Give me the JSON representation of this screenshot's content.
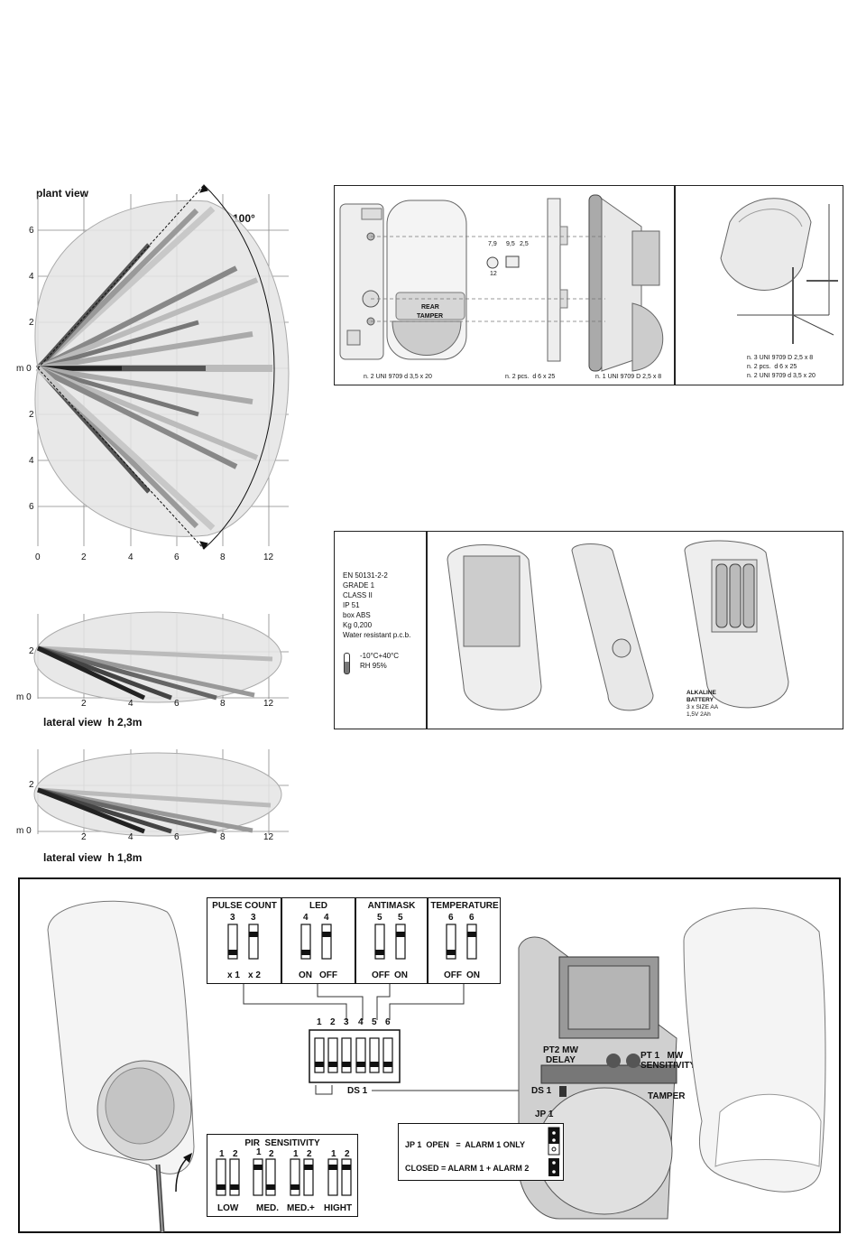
{
  "plant_view": {
    "title": "plant view",
    "angle": "100°",
    "y_ticks": [
      "6",
      "4",
      "2",
      "m 0",
      "2",
      "4",
      "6"
    ],
    "x_ticks": [
      "0",
      "2",
      "4",
      "6",
      "8",
      "12"
    ]
  },
  "lateral_1": {
    "title": "lateral view  h 2,3m",
    "y_ticks": [
      "2",
      "m 0"
    ],
    "x_ticks": [
      "2",
      "4",
      "6",
      "8",
      "12"
    ]
  },
  "lateral_2": {
    "title": "lateral view  h 1,8m",
    "y_ticks": [
      "2",
      "m 0"
    ],
    "x_ticks": [
      "2",
      "4",
      "6",
      "8",
      "12"
    ]
  },
  "mounting": {
    "rear_tamper": [
      "REAR",
      "TAMPER"
    ],
    "dims": [
      "7,9",
      "9,5",
      "2,5",
      "12"
    ],
    "screw1": "n. 2 UNI 9709 d 3,5 x 20",
    "plugs": "n. 2 pcs.  d 6 x 25",
    "screw2": "n. 1 UNI 9709 D 2,5 x 8",
    "corner_list": [
      "n. 3 UNI 9709 D 2,5 x 8",
      "n. 2 pcs.  d 6 x 25",
      "n. 2 UNI 9709 d 3,5 x 20"
    ]
  },
  "specs": {
    "lines": [
      "EN 50131-2-2",
      "GRADE 1",
      "CLASS II",
      "IP 51",
      "box ABS",
      "Kg 0,200",
      "Water resistant p.c.b."
    ],
    "temp": "-10°C+40°C",
    "rh": "RH 95%",
    "battery": [
      "ALKALINE",
      "BATTERY",
      "3 x SIZE AA",
      "1,5V  2Ah"
    ]
  },
  "settings": {
    "groups": [
      {
        "title": "PULSE COUNT",
        "nums": [
          "3",
          "3"
        ],
        "labels": [
          "x 1",
          "x 2"
        ]
      },
      {
        "title": "LED",
        "nums": [
          "4",
          "4"
        ],
        "labels": [
          "ON",
          "OFF"
        ]
      },
      {
        "title": "ANTIMASK",
        "nums": [
          "5",
          "5"
        ],
        "labels": [
          "OFF",
          "ON"
        ]
      },
      {
        "title": "TEMPERATURE",
        "nums": [
          "6",
          "6"
        ],
        "labels": [
          "OFF",
          "ON"
        ]
      }
    ],
    "ds_numbers": [
      "1",
      "2",
      "3",
      "4",
      "5",
      "6"
    ],
    "ds_label": "DS 1",
    "ds_label2": "DS 1",
    "pir_title": "PIR  SENSITIVITY",
    "pir_levels": [
      "LOW",
      "MED.",
      "MED.+",
      "HIGHT"
    ],
    "pir_nums": [
      "1",
      "2"
    ],
    "pt2": [
      "PT2  MW",
      "DELAY"
    ],
    "pt1": [
      "PT 1   MW",
      "SENSITIVITY"
    ],
    "tamper": "TAMPER",
    "jp1": "JP 1",
    "jp_open": "JP 1  OPEN   =  ALARM 1 ONLY",
    "jp_closed": "CLOSED = ALARM 1 + ALARM 2"
  }
}
